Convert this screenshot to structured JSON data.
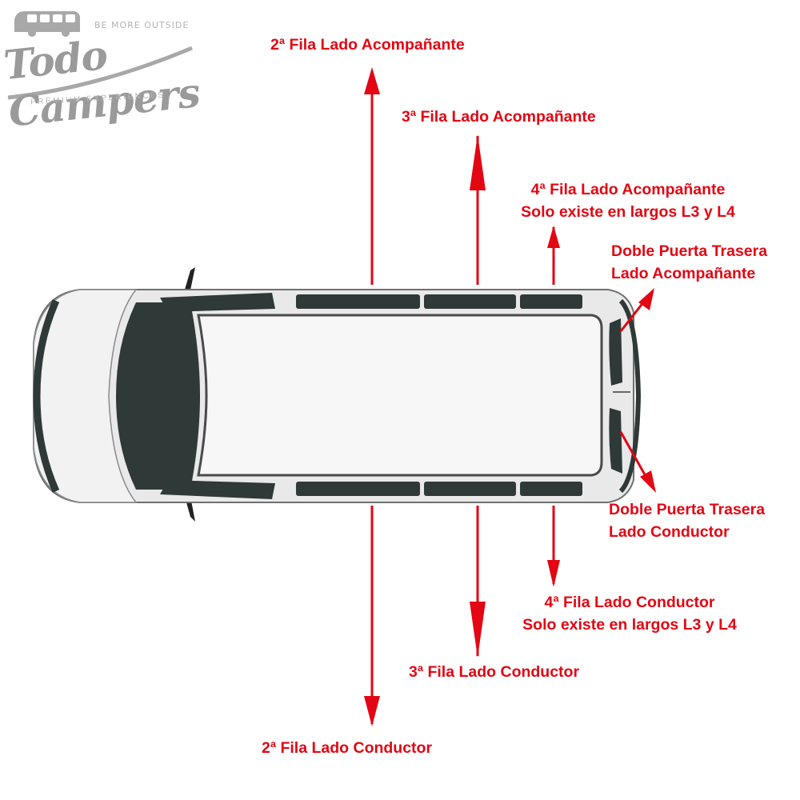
{
  "logo": {
    "tagline": "BE MORE OUTSIDE",
    "brand": "Todo Campers",
    "subtitle": "PREMIUM EXPERIENCES"
  },
  "labels": {
    "fila2_acompanante": "2ª Fila Lado Acompañante",
    "fila3_acompanante": "3ª Fila Lado Acompañante",
    "fila4_acompanante": [
      "4ª Fila Lado Acompañante",
      "Solo existe en largos L3 y L4"
    ],
    "puerta_acompanante": [
      "Doble Puerta Trasera",
      "Lado Acompañante"
    ],
    "puerta_conductor": [
      "Doble Puerta Trasera",
      "Lado Conductor"
    ],
    "fila4_conductor": [
      "4ª Fila Lado Conductor",
      "Solo existe en largos L3 y L4"
    ],
    "fila3_conductor": "3ª Fila Lado Conductor",
    "fila2_conductor": "2ª Fila Lado Conductor"
  },
  "colors": {
    "arrow": "#e30613",
    "label": "#e30613",
    "van_body": "#eeeeee",
    "glass": "#2f3a38",
    "logo_gray": "#9a9a9a"
  }
}
